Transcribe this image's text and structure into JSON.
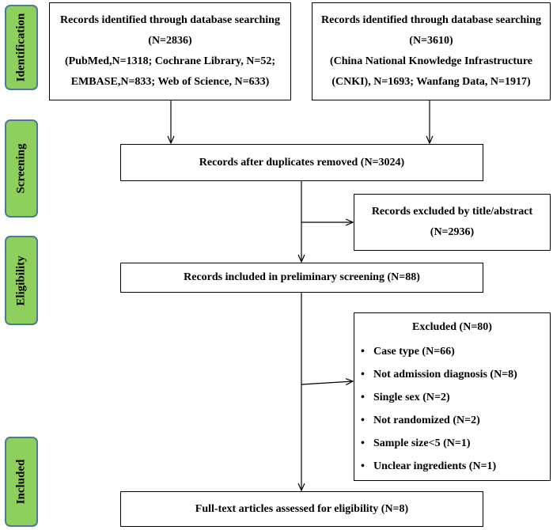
{
  "phases": {
    "identification": "Identification",
    "screening": "Screening",
    "eligibility": "Eligibility",
    "included": "Included"
  },
  "identified_english": {
    "line1": "Records identified through database searching",
    "line2": "(N=2836)",
    "line3": "(PubMed,N=1318; Cochrane Library, N=52;",
    "line4": "EMBASE,N=833; Web of Science, N=633)"
  },
  "identified_chinese": {
    "line1": "Records identified through database searching",
    "line2": "(N=3610)",
    "line3": "(China National Knowledge Infrastructure",
    "line4": "(CNKI), N=1693; Wanfang Data, N=1917)"
  },
  "duplicates_removed": "Records after duplicates removed (N=3024)",
  "excluded_title_abstract": {
    "line1": "Records excluded by title/abstract",
    "line2": "(N=2936)"
  },
  "preliminary_screening": "Records included in preliminary screening (N=88)",
  "excluded_reasons": {
    "title": "Excluded (N=80)",
    "items": [
      "Case type (N=66)",
      "Not admission diagnosis (N=8)",
      "Single sex (N=2)",
      "Not randomized (N=2)",
      "Sample size<5 (N=1)",
      "Unclear ingredients (N=1)"
    ]
  },
  "full_text": "Full-text articles assessed for eligibility (N=8)",
  "colors": {
    "phase_fill": "#8fcf5d",
    "phase_border": "#4d7a9c",
    "box_border": "#000000"
  }
}
